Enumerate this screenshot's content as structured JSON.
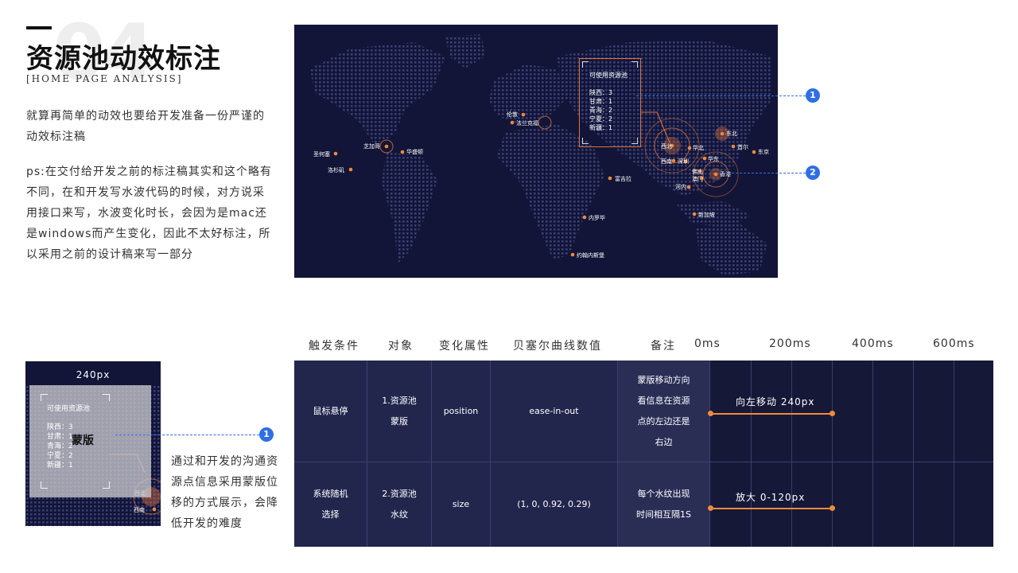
{
  "header": {
    "number": "04",
    "title": "资源池动效标注",
    "subtitle": "[HOME PAGE ANALYSIS]",
    "desc1": "就算再简单的动效也要给开发准备一份严谨的动效标注稿",
    "desc2": "ps:在交付给开发之前的标注稿其实和这个略有不同，在和开发写水波代码的时候，对方说采用接口来写，水波变化时长，会因为是mac还是windows而产生变化，因此不太好标注，所以采用之前的设计稿来写一部分"
  },
  "map": {
    "pool_title": "可使用资源池",
    "pool_items": [
      "陕西：3",
      "甘肃：1",
      "青海：2",
      "宁夏：2",
      "新疆：1"
    ],
    "cities": [
      "伦敦",
      "法兰克福",
      "芝加哥",
      "华盛顿",
      "圣何塞",
      "洛杉矶",
      "富吉拉",
      "内罗毕",
      "约翰内斯堡",
      "东北",
      "首尔",
      "东京",
      "西北",
      "华北",
      "西南",
      "深圳",
      "华东",
      "佛山",
      "香港",
      "澳门",
      "河内",
      "新加坡"
    ],
    "markers": [
      "1",
      "2"
    ],
    "colors": {
      "background": "#121538",
      "accent": "#f08a3c",
      "marker": "#2f6fe4"
    }
  },
  "preview": {
    "width_label": "240px",
    "pool_title": "可使用资源池",
    "pool_items": [
      "陕西：3",
      "甘肃：1",
      "青海：2",
      "宁夏：2",
      "新疆：1"
    ],
    "mask_label": "蒙版",
    "cities": [
      "西北",
      "西南"
    ],
    "marker": "1",
    "desc": "通过和开发的沟通资源点信息采用蒙版位移的方式展示，会降低开发的难度"
  },
  "table": {
    "headers": [
      "触发条件",
      "对象",
      "变化属性",
      "贝塞尔曲线数值",
      "备注"
    ],
    "ticks": [
      "0ms",
      "200ms",
      "400ms",
      "600ms"
    ],
    "rows": [
      {
        "trigger": "鼠标悬停",
        "object": [
          "1.资源池",
          "蒙版"
        ],
        "property": "position",
        "bezier": "ease-in-out",
        "note": [
          "蒙版移动方向",
          "看信息在资源",
          "点的左边还是",
          "右边"
        ],
        "timeline_label": "向左移动 240px",
        "duration_ms": 300
      },
      {
        "trigger": [
          "系统随机",
          "选择"
        ],
        "object": [
          "2.资源池",
          "水纹"
        ],
        "property": "size",
        "bezier": "(1, 0, 0.92, 0.29)",
        "note": [
          "每个水纹出现",
          "时间相互隔1S"
        ],
        "timeline_label": "放大 0-120px",
        "duration_ms": 300
      }
    ]
  }
}
